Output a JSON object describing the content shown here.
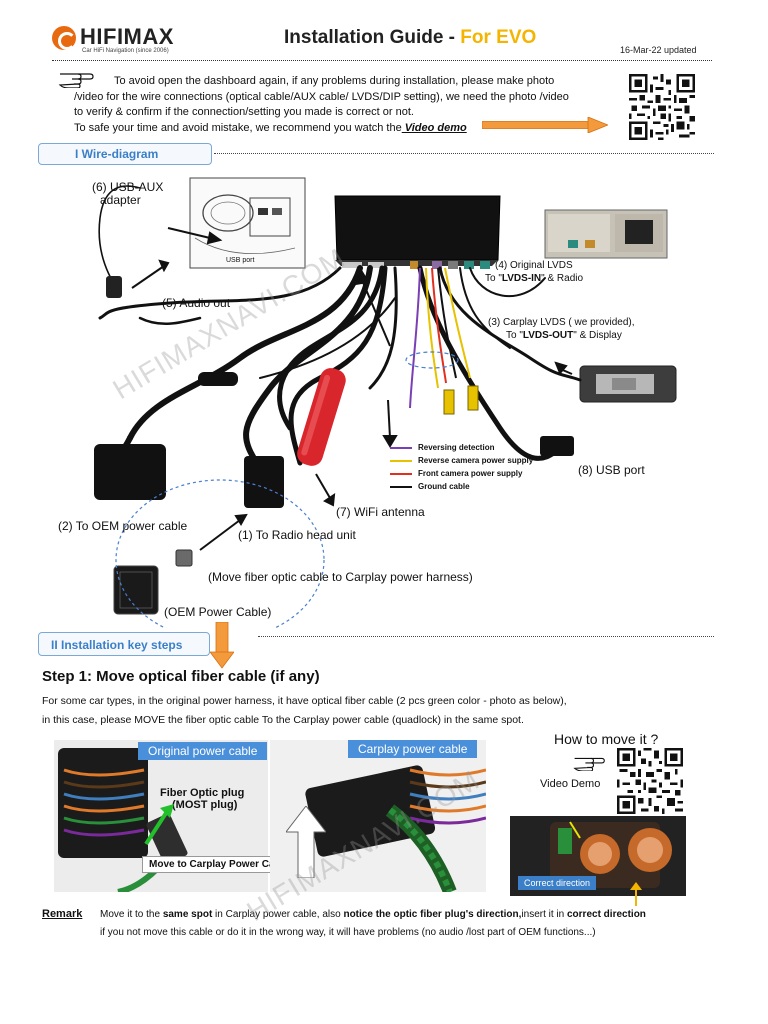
{
  "header": {
    "logo_text": "HIFIMAX",
    "logo_sub": "Car HiFi Navigation (since 2006)",
    "title_main": "Installation Guide - ",
    "title_accent": "For EVO",
    "updated": "16-Mar-22 updated"
  },
  "intro": {
    "line1": "To avoid open the dashboard again, if any problems during installation, please make photo",
    "line2": "/video for the wire connections (optical cable/AUX cable/ LVDS/DIP setting), we need the photo /video",
    "line3": "to verify & confirm if the connection/setting you made is correct or not.",
    "line4_pre": "To safe your time and avoid mistake, we recommend you watch the",
    "line4_link": " Video demo"
  },
  "section1": {
    "label": "I Wire-diagram"
  },
  "diagram": {
    "usb_aux": "(6) USB-AUX",
    "adapter": "adapter",
    "usb_port_small": "USB port",
    "audio_out": "(5) Audio out",
    "lvds_in_1": "(4) Original LVDS",
    "lvds_in_2_pre": "To \"",
    "lvds_in_2_bold": "LVDS-IN",
    "lvds_in_2_post": "\" & Radio",
    "lvds_out_1": "(3) Carplay LVDS ( we provided),",
    "lvds_out_2_pre": "To \"",
    "lvds_out_2_bold": "LVDS-OUT",
    "lvds_out_2_post": "\" & Display",
    "usb_port": "(8) USB port",
    "wifi": "(7) WiFi antenna",
    "oem_power": "(2) To OEM power cable",
    "radio_head": "(1) To Radio head unit",
    "move_fiber": "(Move fiber optic cable to Carplay power harness)",
    "oem_power_cable": "(OEM Power Cable)",
    "legend": [
      {
        "text": "Reversing detection",
        "color": "#7b3fb5"
      },
      {
        "text": "Reverse camera power supply",
        "color": "#e6c200"
      },
      {
        "text": "Front camera power supply",
        "color": "#e03020"
      },
      {
        "text": "Ground cable",
        "color": "#111111"
      }
    ]
  },
  "section2": {
    "label": "II Installation key steps"
  },
  "step1": {
    "title": "Step 1:  Move optical fiber cable (if any)",
    "line1": "For some car types, in the original power harness, it have optical fiber cable (2 pcs green color - photo as below),",
    "line2": "in this case, please MOVE the fiber optic cable To the Carplay power cable (quadlock) in the same spot."
  },
  "photos": {
    "original_label": "Original power cable",
    "carplay_label": "Carplay power cable",
    "fiber_plug_1": "Fiber Optic plug",
    "fiber_plug_2": "(MOST plug)",
    "move_caption": "Move to Carplay Power Cable",
    "how_to": "How to move it ?",
    "video_demo": "Video Demo",
    "correct_direction": "Correct direction"
  },
  "remark": {
    "label": "Remark",
    "l1_a": "Move it to the ",
    "l1_b": "same spot",
    "l1_c": " in Carplay power cable, also ",
    "l1_d": "notice the optic fiber plug's direction,",
    "l1_e": "insert it in ",
    "l1_f": "correct direction",
    "l2": "if you not move this cable or do it in the wrong way, it will have problems (no audio /lost part of OEM functions...)"
  },
  "watermark": "HIFIMAXNAVI.COM",
  "colors": {
    "accent": "#e86a10",
    "evo": "#f5b400",
    "section_blue": "#3a7fc7",
    "photo_label": "#4a8fd9"
  }
}
